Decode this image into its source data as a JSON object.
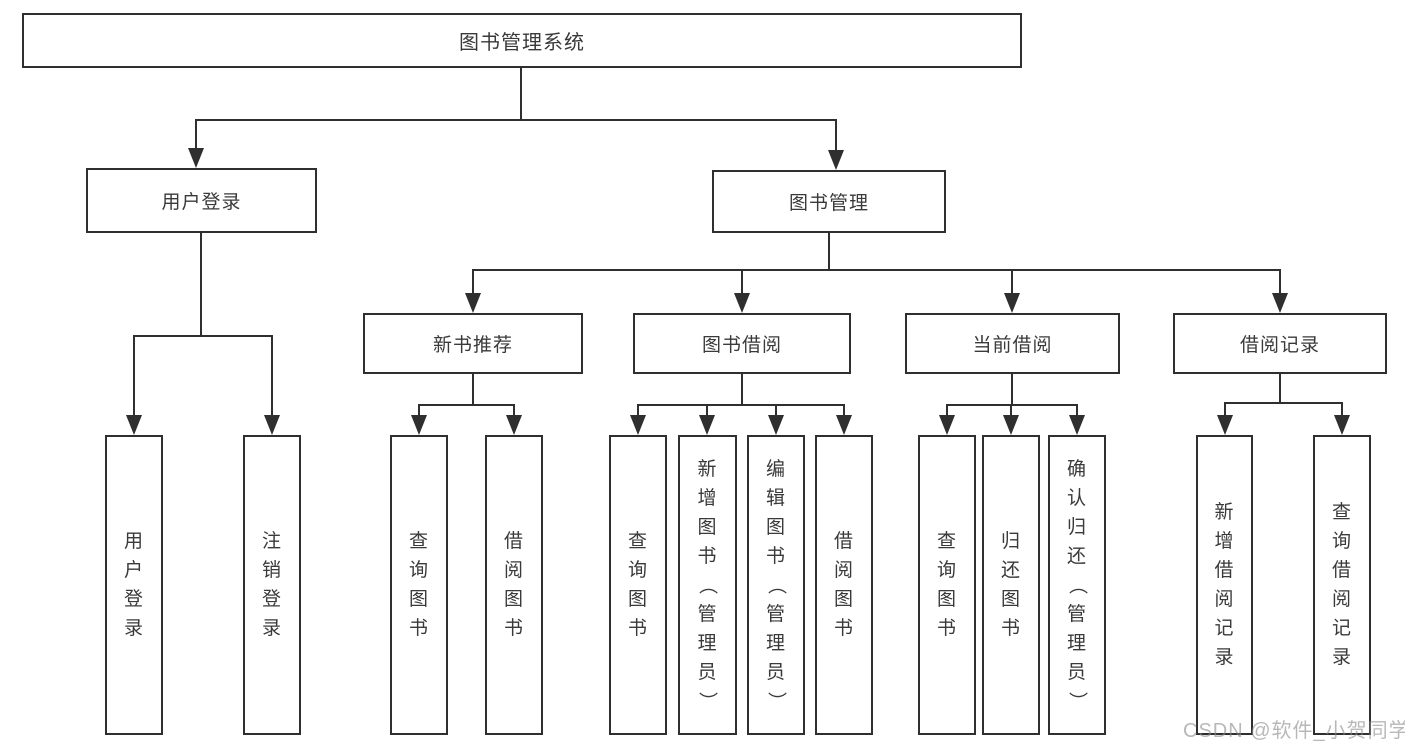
{
  "diagram_title": "图书管理系统",
  "tree": {
    "root": "图书管理系统",
    "branches": [
      {
        "label": "用户登录",
        "children": [
          "用户登录",
          "注销登录"
        ]
      },
      {
        "label": "图书管理",
        "sections": [
          {
            "label": "新书推荐",
            "children": [
              "查询图书",
              "借阅图书"
            ]
          },
          {
            "label": "图书借阅",
            "children": [
              "查询图书",
              "新增图书（管理员）",
              "编辑图书（管理员）",
              "借阅图书"
            ]
          },
          {
            "label": "当前借阅",
            "children": [
              "查询图书",
              "归还图书",
              "确认归还（管理员）"
            ]
          },
          {
            "label": "借阅记录",
            "children": [
              "新增借阅记录",
              "查询借阅记录"
            ]
          }
        ]
      }
    ]
  },
  "watermark": "CSDN @软件_小贺同学",
  "colors": {
    "line": "#2f2f2f",
    "text": "#3a3a3a",
    "background": "#ffffff",
    "watermark": "#8c8c8c"
  }
}
